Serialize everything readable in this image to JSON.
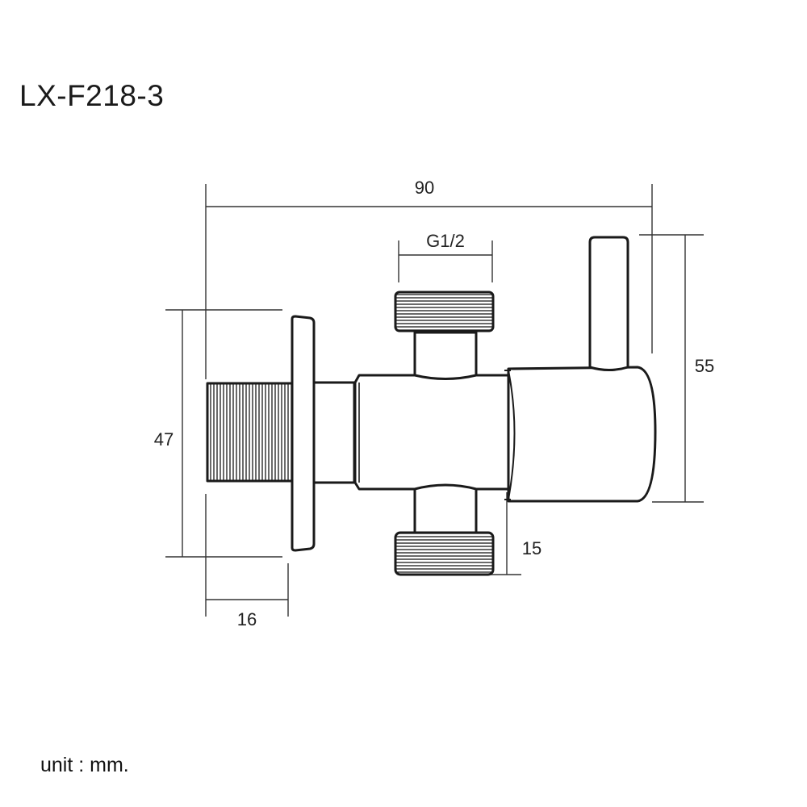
{
  "title": "LX-F218-3",
  "unit_note": "unit : mm.",
  "dimensions": {
    "overall_length": "90",
    "thread_size": "G1/2",
    "height": "55",
    "flange_diameter": "47",
    "inlet_length": "16",
    "outlet_offset": "15"
  },
  "colors": {
    "line": "#1a1a1a",
    "dim_line": "#333333"
  }
}
